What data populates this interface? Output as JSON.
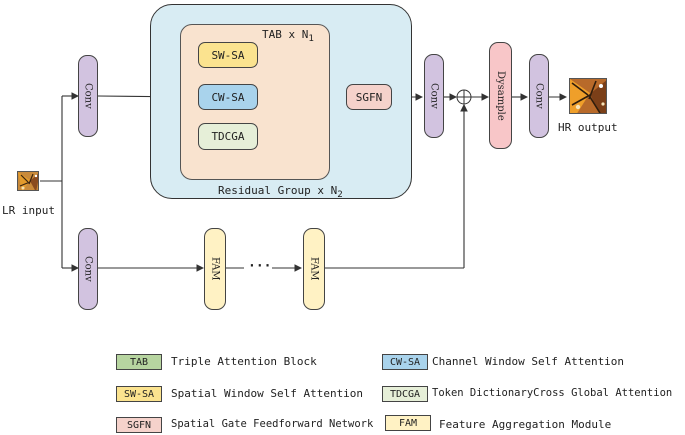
{
  "diagram": {
    "residual_group_label": "Residual Group  x N",
    "residual_group_sub": "2",
    "tab_label": "TAB x N",
    "tab_sub": "1",
    "blocks": {
      "swsa": "SW-SA",
      "cwsa": "CW-SA",
      "tdcga": "TDCGA",
      "sgfn": "SGFN",
      "conv": "Conv",
      "fam": "FAM",
      "dysample": "Dysample"
    },
    "lr_input": "LR input",
    "hr_output": "HR output",
    "ellipsis": "···",
    "colors": {
      "residual_bg": "#d8ecf3",
      "tab_bg": "#f9e3cf",
      "swsa": "#fbe38f",
      "cwsa": "#a9d3ec",
      "tdcga": "#e6efd8",
      "sgfn": "#f5d2cb",
      "conv": "#d2c3e0",
      "fam": "#fff2c4",
      "dysample": "#f8c6c8",
      "tab_legend": "#b7d5a0"
    }
  },
  "legend": [
    {
      "abbr": "TAB",
      "desc": "Triple Attention Block"
    },
    {
      "abbr": "CW-SA",
      "desc": "Channel Window Self Attention"
    },
    {
      "abbr": "SW-SA",
      "desc": "Spatial Window Self Attention"
    },
    {
      "abbr": "TDCGA",
      "desc": "Token DictionaryCross Global Attention"
    },
    {
      "abbr": "SGFN",
      "desc": "Spatial Gate Feedforward Network"
    },
    {
      "abbr": "FAM",
      "desc": "Feature Aggregation Module"
    }
  ]
}
